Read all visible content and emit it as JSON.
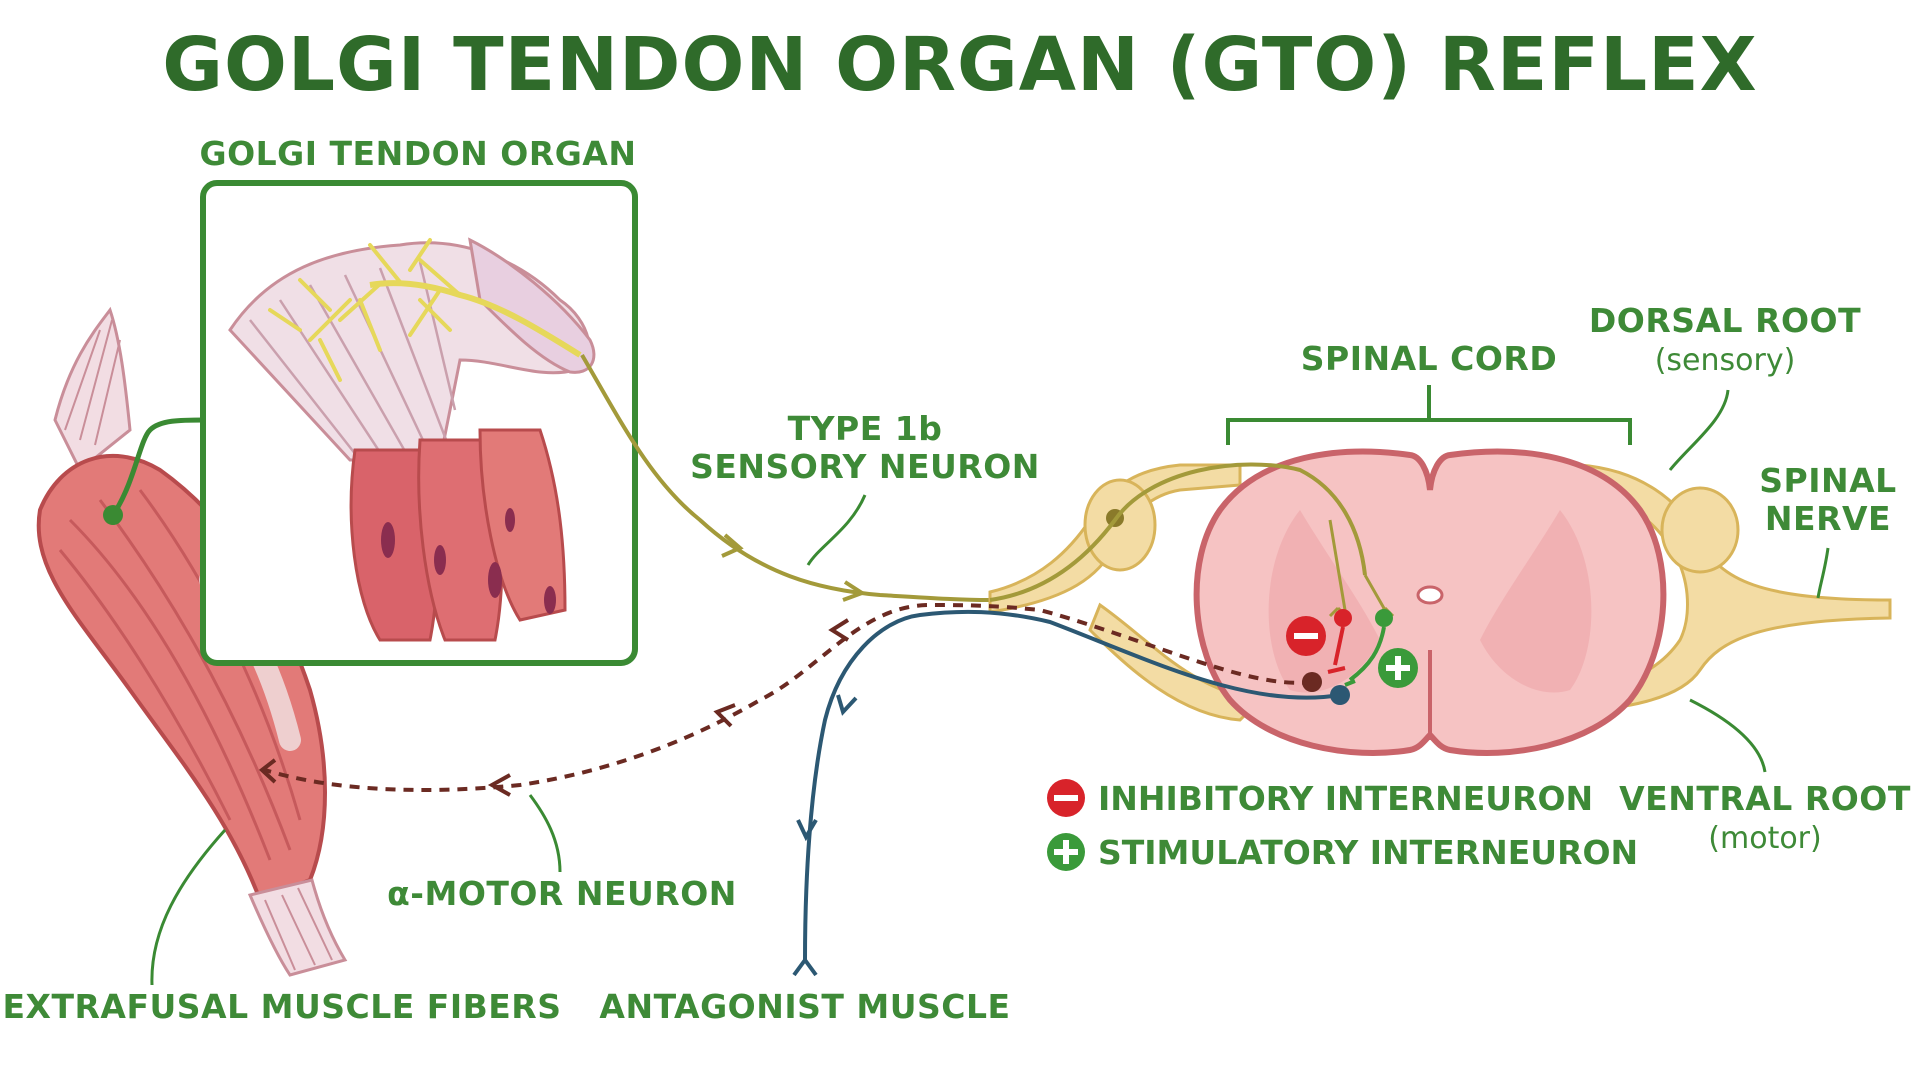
{
  "title": "GOLGI TENDON ORGAN (GTO) REFLEX",
  "labels": {
    "gto_inset": "GOLGI TENDON ORGAN",
    "type1b_line1": "TYPE 1b",
    "type1b_line2": "SENSORY NEURON",
    "spinal_cord": "SPINAL CORD",
    "dorsal_root": "DORSAL ROOT",
    "dorsal_root_sub": "(sensory)",
    "spinal_nerve_line1": "SPINAL",
    "spinal_nerve_line2": "NERVE",
    "ventral_root": "VENTRAL ROOT",
    "ventral_root_sub": "(motor)",
    "alpha_motor": "α-MOTOR NEURON",
    "antagonist": "ANTAGONIST MUSCLE",
    "extrafusal": "EXTRAFUSAL MUSCLE FIBERS"
  },
  "legend": [
    {
      "symbol": "minus",
      "label": "INHIBITORY INTERNEURON",
      "color": "#d8232a"
    },
    {
      "symbol": "plus",
      "label": "STIMULATORY INTERNEURON",
      "color": "#3a9a3a"
    }
  ],
  "colors": {
    "title": "#2f6b2a",
    "label": "#3e8a37",
    "sensory_neuron": "#a39a3a",
    "motor_neuron": "#6b2a22",
    "antagonist_neuron": "#2c5873",
    "inhibitory": "#d8232a",
    "stimulatory": "#3a9a3a",
    "muscle": "#d96d6d",
    "spinal_cord": "#f6c3c3",
    "nerve_root": "#f3dca4"
  }
}
